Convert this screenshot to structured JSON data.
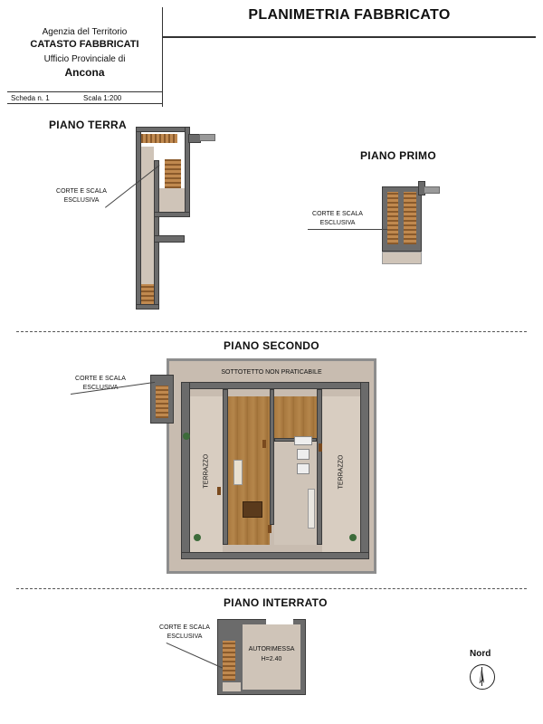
{
  "header": {
    "title": "PLANIMETRIA FABBRICATO",
    "agency": "Agenzia del Territorio",
    "registry": "CATASTO FABBRICATI",
    "office": "Ufficio Provinciale di",
    "city": "Ancona",
    "sheet": "Scheda n. 1",
    "scale": "Scala  1:200"
  },
  "floors": {
    "ground": {
      "title": "PIANO TERRA",
      "label": "CORTE E SCALA ESCLUSIVA"
    },
    "first": {
      "title": "PIANO PRIMO",
      "label": "CORTE E SCALA ESCLUSIVA"
    },
    "second": {
      "title": "PIANO SECONDO",
      "label": "CORTE E SCALA ESCLUSIVA",
      "attic": "SOTTOTETTO NON PRATICABILE",
      "terrace_left": "TERRAZZO",
      "terrace_right": "TERRAZZO"
    },
    "basement": {
      "title": "PIANO INTERRATO",
      "label": "CORTE E SCALA ESCLUSIVA",
      "garage": "AUTORIMESSA",
      "height": "H=2.40"
    }
  },
  "compass": {
    "label": "Nord"
  },
  "colors": {
    "wall": "#6b6b6b",
    "wood_floor": "#a8793f",
    "terrace": "#d8cdc1"
  }
}
